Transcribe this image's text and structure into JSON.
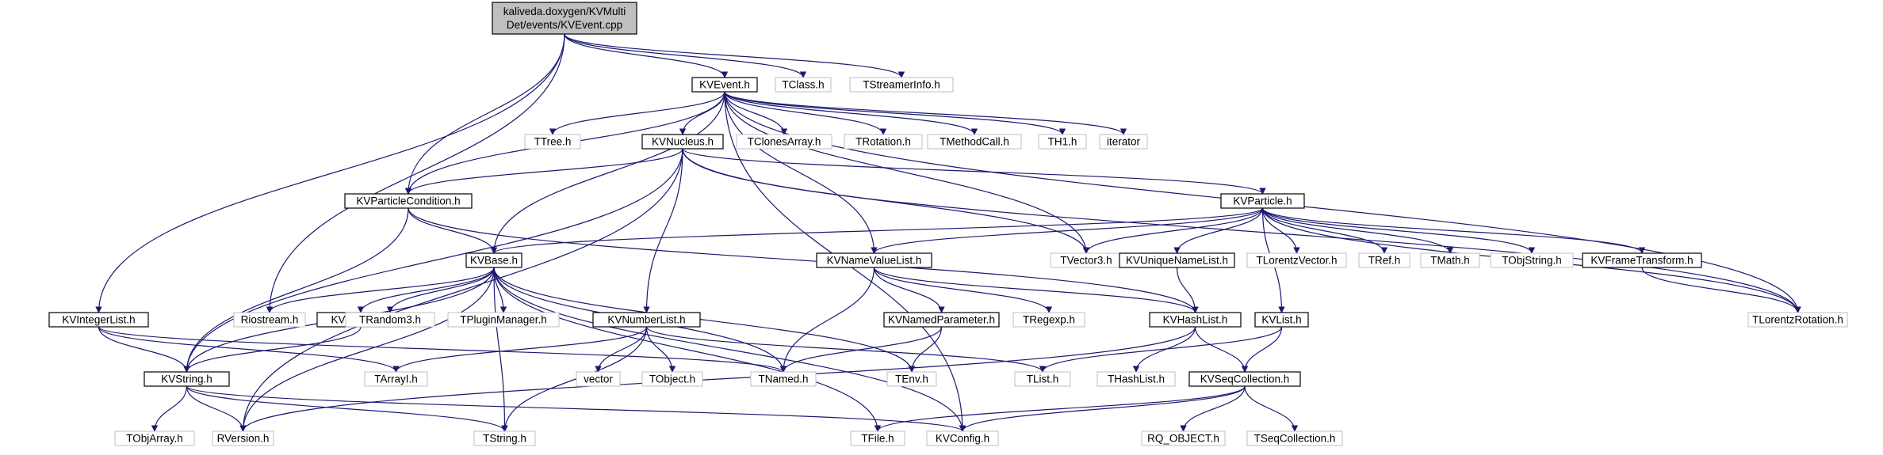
{
  "graph": {
    "root": "n0",
    "nodes": {
      "n0": {
        "label": [
          "kaliveda.doxygen/KVMulti",
          "Det/events/KVEvent.cpp"
        ],
        "kind": "root"
      },
      "n1": {
        "label": [
          "KVEvent.h"
        ],
        "kind": "local"
      },
      "n2": {
        "label": [
          "TClass.h"
        ],
        "kind": "ext"
      },
      "n3": {
        "label": [
          "TStreamerInfo.h"
        ],
        "kind": "ext"
      },
      "n4": {
        "label": [
          "TTree.h"
        ],
        "kind": "ext"
      },
      "n5": {
        "label": [
          "KVNucleus.h"
        ],
        "kind": "local"
      },
      "n6": {
        "label": [
          "TClonesArray.h"
        ],
        "kind": "ext"
      },
      "n7": {
        "label": [
          "TRotation.h"
        ],
        "kind": "ext"
      },
      "n8": {
        "label": [
          "TMethodCall.h"
        ],
        "kind": "ext"
      },
      "n9": {
        "label": [
          "TH1.h"
        ],
        "kind": "ext"
      },
      "n10": {
        "label": [
          "iterator"
        ],
        "kind": "ext"
      },
      "n11": {
        "label": [
          "KVParticleCondition.h"
        ],
        "kind": "local"
      },
      "n12": {
        "label": [
          "KVParticle.h"
        ],
        "kind": "local"
      },
      "n13": {
        "label": [
          "KVBase.h"
        ],
        "kind": "local"
      },
      "n14": {
        "label": [
          "KVNameValueList.h"
        ],
        "kind": "local"
      },
      "n15": {
        "label": [
          "TVector3.h"
        ],
        "kind": "ext"
      },
      "n16": {
        "label": [
          "KVUniqueNameList.h"
        ],
        "kind": "local"
      },
      "n17": {
        "label": [
          "TLorentzVector.h"
        ],
        "kind": "ext"
      },
      "n18": {
        "label": [
          "TRef.h"
        ],
        "kind": "ext"
      },
      "n19": {
        "label": [
          "TMath.h"
        ],
        "kind": "ext"
      },
      "n20": {
        "label": [
          "TObjString.h"
        ],
        "kind": "ext"
      },
      "n21": {
        "label": [
          "KVFrameTransform.h"
        ],
        "kind": "local"
      },
      "n22": {
        "label": [
          "KVIntegerList.h"
        ],
        "kind": "local"
      },
      "n23": {
        "label": [
          "Riostream.h"
        ],
        "kind": "ext"
      },
      "n24": {
        "label": [
          "KVLockfile.h"
        ],
        "kind": "local"
      },
      "n25": {
        "label": [
          "TRandom3.h"
        ],
        "kind": "ext"
      },
      "n26": {
        "label": [
          "TPluginManager.h"
        ],
        "kind": "ext"
      },
      "n27": {
        "label": [
          "KVNumberList.h"
        ],
        "kind": "local"
      },
      "n28": {
        "label": [
          "KVNamedParameter.h"
        ],
        "kind": "local"
      },
      "n29": {
        "label": [
          "TRegexp.h"
        ],
        "kind": "ext"
      },
      "n30": {
        "label": [
          "KVHashList.h"
        ],
        "kind": "local"
      },
      "n31": {
        "label": [
          "KVList.h"
        ],
        "kind": "local"
      },
      "n32": {
        "label": [
          "TLorentzRotation.h"
        ],
        "kind": "ext"
      },
      "n33": {
        "label": [
          "KVString.h"
        ],
        "kind": "local"
      },
      "n34": {
        "label": [
          "TArrayI.h"
        ],
        "kind": "ext"
      },
      "n35": {
        "label": [
          "vector"
        ],
        "kind": "ext"
      },
      "n36": {
        "label": [
          "TObject.h"
        ],
        "kind": "ext"
      },
      "n37": {
        "label": [
          "TNamed.h"
        ],
        "kind": "ext"
      },
      "n38": {
        "label": [
          "TEnv.h"
        ],
        "kind": "ext"
      },
      "n39": {
        "label": [
          "TList.h"
        ],
        "kind": "ext"
      },
      "n40": {
        "label": [
          "THashList.h"
        ],
        "kind": "ext"
      },
      "n41": {
        "label": [
          "KVSeqCollection.h"
        ],
        "kind": "local"
      },
      "n42": {
        "label": [
          "TObjArray.h"
        ],
        "kind": "ext"
      },
      "n43": {
        "label": [
          "RVersion.h"
        ],
        "kind": "ext"
      },
      "n44": {
        "label": [
          "TString.h"
        ],
        "kind": "ext"
      },
      "n45": {
        "label": [
          "TFile.h"
        ],
        "kind": "ext"
      },
      "n46": {
        "label": [
          "KVConfig.h"
        ],
        "kind": "ext"
      },
      "n47": {
        "label": [
          "RQ_OBJECT.h"
        ],
        "kind": "ext"
      },
      "n48": {
        "label": [
          "TSeqCollection.h"
        ],
        "kind": "ext"
      }
    }
  }
}
